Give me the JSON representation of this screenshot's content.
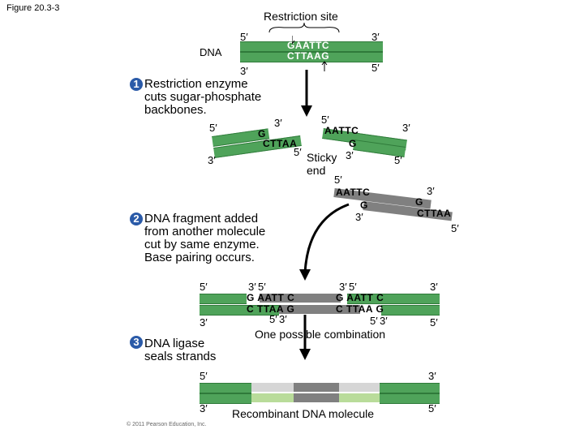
{
  "figure_label": "Figure 20.3-3",
  "restriction_site_label": "Restriction site",
  "dna_label": "DNA",
  "top_seq": "GAATTC",
  "bottom_seq": "CTTAAG",
  "five": "5′",
  "three": "3′",
  "step1": {
    "num": "1",
    "line1": "Restriction enzyme",
    "line2": "cuts sugar-phosphate",
    "line3": "backbones."
  },
  "frag_left_top": "G",
  "frag_left_bottom": "CTTAA",
  "frag_right_top": "AATTC",
  "frag_right_bottom": "G",
  "sticky_line1": "Sticky",
  "sticky_line2": "end",
  "incoming_top": "AATTC",
  "incoming_mid": "G",
  "incoming_right_top": "G",
  "incoming_right_bottom": "CTTAA",
  "step2": {
    "num": "2",
    "line1": "DNA fragment added",
    "line2": "from another molecule",
    "line3": "cut by same enzyme.",
    "line4": "Base pairing occurs."
  },
  "pair1_top": "G AATT C",
  "pair1_bottom": "C TTAA G",
  "pair2_top": "G AATT C",
  "pair2_bottom": "C TTAA G",
  "combination_label": "One possible combination",
  "step3": {
    "num": "3",
    "line1": "DNA ligase",
    "line2": "seals strands"
  },
  "recombinant_label": "Recombinant DNA molecule",
  "copyright": "© 2011 Pearson Education, Inc.",
  "colors": {
    "strand": "#4fa35a",
    "insert_gray": "#808080",
    "accent_blue": "#2a5aa8"
  }
}
